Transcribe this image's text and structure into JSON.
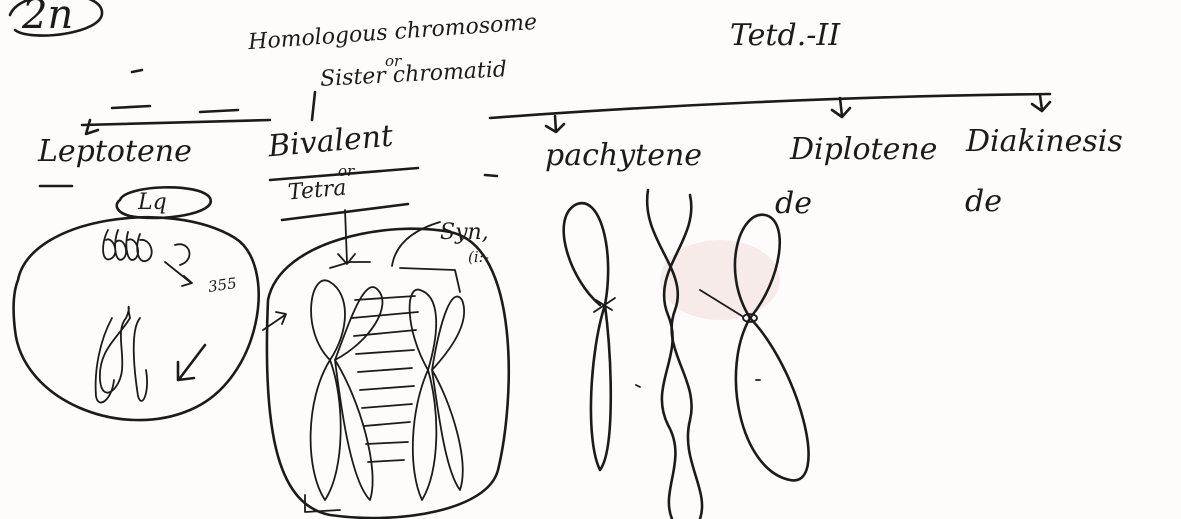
{
  "labels": {
    "corner": "2n",
    "homologous": "Homologous chromosome",
    "or1": "or",
    "sister": "Sister chromatid",
    "tetra_top": "Tetd.-II",
    "leptotene": "Leptotene",
    "bivalent": "Bivalent",
    "or2": "or",
    "tetrad": "Tetra",
    "syn": "Syn,",
    "syn2": "(i:-",
    "pachytene": "pachytene",
    "diplotene": "Diplotene",
    "diakinesis": "Diakinesis",
    "lq": "Lq",
    "de1": "de",
    "de2": "de",
    "s_mark": "355"
  },
  "colors": {
    "ink": "#1b1b1b",
    "paper": "#fdfcfa",
    "smudge": "#e8c9c9"
  }
}
